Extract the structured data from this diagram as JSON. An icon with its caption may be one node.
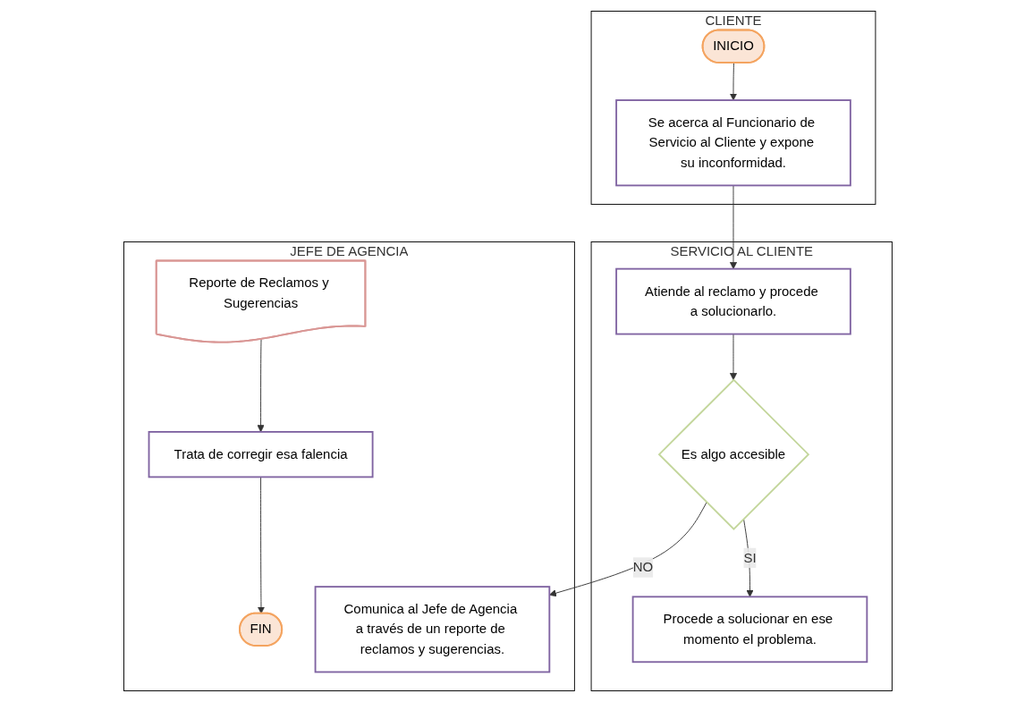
{
  "diagram": {
    "nodes": [
      {
        "text": [
          "CLIENTE"
        ]
      },
      {
        "text": [
          "INICIO"
        ],
        "in": 0
      },
      {
        "text": [
          "Se acerca al Funcionario de Servicio al Cliente y expone su inconformidad."
        ],
        "in": 0
      },
      {
        "text": [
          "SERVICIO AL CLIENTE"
        ]
      },
      {
        "text": [
          "Atiende al reclamo y procede a solucionarlo."
        ],
        "in": 3
      },
      {
        "text": [
          "Es algo accesible"
        ],
        "in": 3
      },
      {
        "text": [
          "Procede a solucionar en ese momento el problema."
        ],
        "in": 3
      },
      {
        "text": [
          "JEFE DE AGENCIA"
        ]
      },
      {
        "text": [
          "Comunica al Jefe de Agencia a través de un reporte de reclamos y sugerencias."
        ],
        "in": 7
      },
      {
        "text": [
          "Reporte de Reclamos y Sugerencias"
        ],
        "in": 7
      },
      {
        "text": [
          "Trata de corregir esa falencia"
        ],
        "in": 7
      },
      {
        "text": [
          "FIN"
        ],
        "in": 7
      }
    ],
    "edges": [
      {
        "from": 1,
        "to": 2,
        "arrow": "to"
      },
      {
        "from": 2,
        "to": 4,
        "arrow": "to"
      },
      {
        "from": 4,
        "to": 5,
        "arrow": "to"
      },
      {
        "from": 5,
        "to": 6,
        "arrow": "to",
        "label": "SI"
      },
      {
        "from": 5,
        "to": 8,
        "arrow": "to",
        "label": "NO"
      },
      {
        "from": 9,
        "to": 10,
        "arrow": "to"
      },
      {
        "from": 10,
        "to": 11,
        "arrow": "to"
      }
    ]
  }
}
